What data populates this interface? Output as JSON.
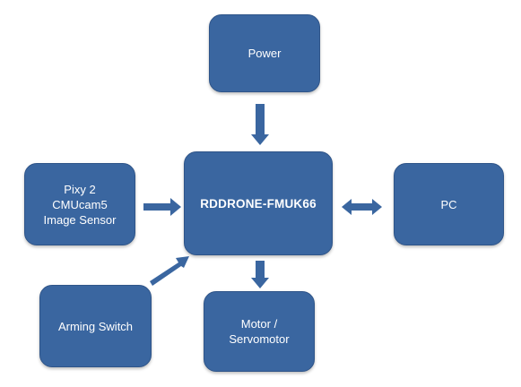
{
  "diagram": {
    "nodes": {
      "power": {
        "lines": [
          "Power"
        ]
      },
      "pixy": {
        "lines": [
          "Pixy 2",
          "CMUcam5",
          "Image Sensor"
        ]
      },
      "main": {
        "lines": [
          "RDDRONE-FMUK66"
        ]
      },
      "pc": {
        "lines": [
          "PC"
        ]
      },
      "arming": {
        "lines": [
          "Arming Switch"
        ]
      },
      "motor": {
        "lines": [
          "Motor /",
          "Servomotor"
        ]
      }
    },
    "edges": [
      {
        "from": "power",
        "to": "main",
        "direction": "one-way"
      },
      {
        "from": "pixy",
        "to": "main",
        "direction": "one-way"
      },
      {
        "from": "main",
        "to": "pc",
        "direction": "bidirectional"
      },
      {
        "from": "arming",
        "to": "main",
        "direction": "one-way"
      },
      {
        "from": "main",
        "to": "motor",
        "direction": "one-way"
      }
    ],
    "colors": {
      "box_fill": "#3a66a0",
      "box_border": "#2f5589",
      "text": "#ffffff",
      "arrow": "#3a66a0"
    }
  }
}
